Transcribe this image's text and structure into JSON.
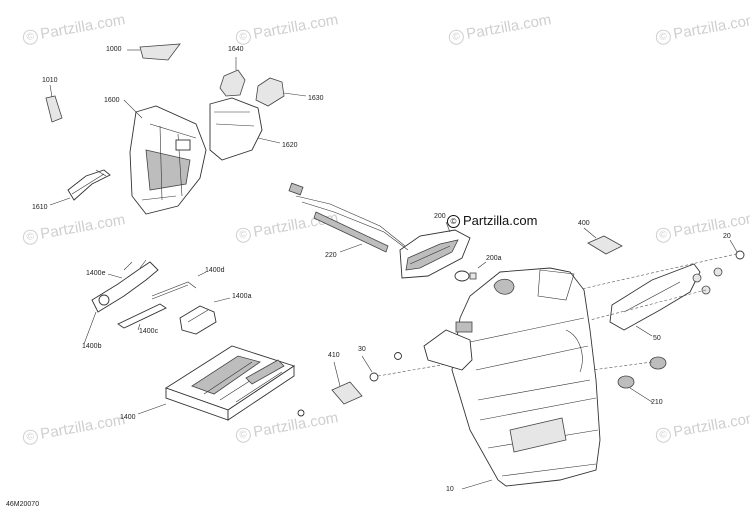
{
  "watermark": {
    "symbol": "©",
    "text": "Partzilla.com"
  },
  "brand_overlay": {
    "symbol": "©",
    "text": "Partzilla.com"
  },
  "diagram_code": "46M20070",
  "callouts": {
    "c1000": "1000",
    "c1640": "1640",
    "c1010": "1010",
    "c1600": "1600",
    "c1630": "1630",
    "c1620": "1620",
    "c1610": "1610",
    "c200": "200",
    "c220": "220",
    "c200a": "200a",
    "c400": "400",
    "c20": "20",
    "c1400e": "1400e",
    "c1400d": "1400d",
    "c1400a": "1400a",
    "c1400c": "1400c",
    "c1400b": "1400b",
    "c410": "410",
    "c30": "30",
    "c50": "50",
    "c1400": "1400",
    "c210": "210",
    "c10": "10"
  }
}
